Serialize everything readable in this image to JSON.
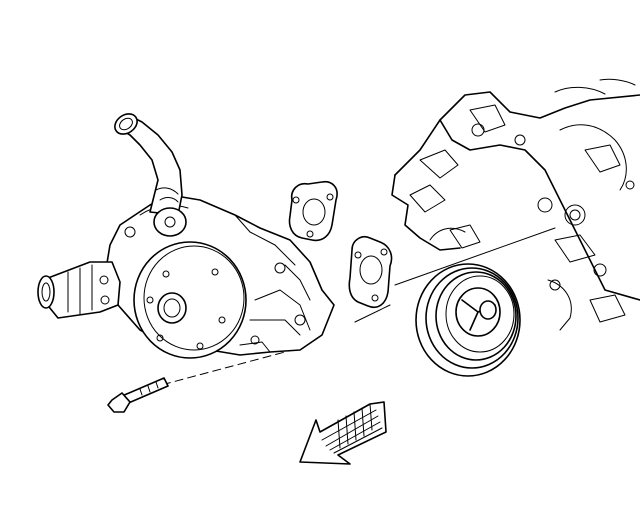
{
  "diagram": {
    "background_color": "#ffffff",
    "line_color": "#000000",
    "components": [
      {
        "name": "water-pump",
        "kind": "illustration"
      },
      {
        "name": "pump-inlet-hose-neck",
        "kind": "illustration"
      },
      {
        "name": "pump-side-outlet",
        "kind": "illustration"
      },
      {
        "name": "pump-pulley-hub",
        "kind": "illustration"
      },
      {
        "name": "upper-gasket",
        "kind": "illustration"
      },
      {
        "name": "lower-gasket",
        "kind": "illustration"
      },
      {
        "name": "pump-bolt",
        "kind": "illustration"
      },
      {
        "name": "engine-front-cover",
        "kind": "illustration"
      },
      {
        "name": "crankshaft-balancer",
        "kind": "illustration"
      },
      {
        "name": "front-direction-arrow",
        "kind": "illustration"
      }
    ],
    "assembly_lines": [
      "bolt-to-pump",
      "gasket-to-engine"
    ]
  }
}
